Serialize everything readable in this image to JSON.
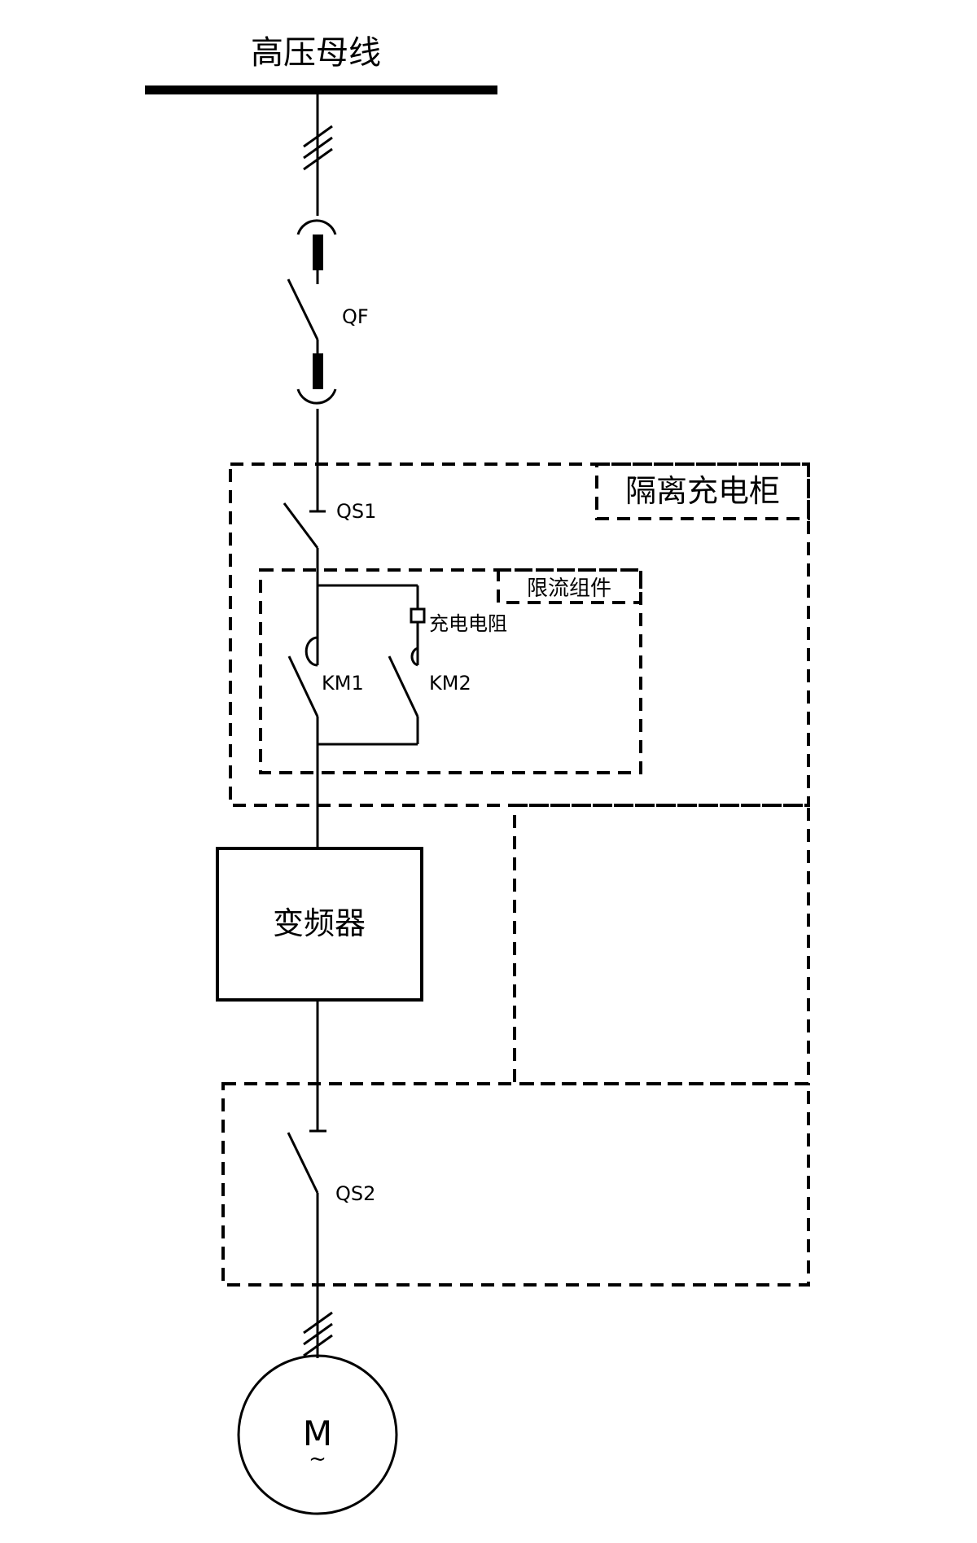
{
  "diagram": {
    "title": "高压母线",
    "components": {
      "breaker": {
        "label": "QF"
      },
      "isolator1": {
        "label": "QS1"
      },
      "contactor1": {
        "label": "KM1"
      },
      "contactor2": {
        "label": "KM2"
      },
      "resistor": {
        "label": "充电电阻"
      },
      "vfd": {
        "label": "变频器"
      },
      "isolator2": {
        "label": "QS2"
      },
      "motor": {
        "label": "M",
        "symbol": "~"
      }
    },
    "groups": {
      "cabinet": {
        "label": "隔离充电柜"
      },
      "limiter": {
        "label": "限流组件"
      }
    }
  }
}
